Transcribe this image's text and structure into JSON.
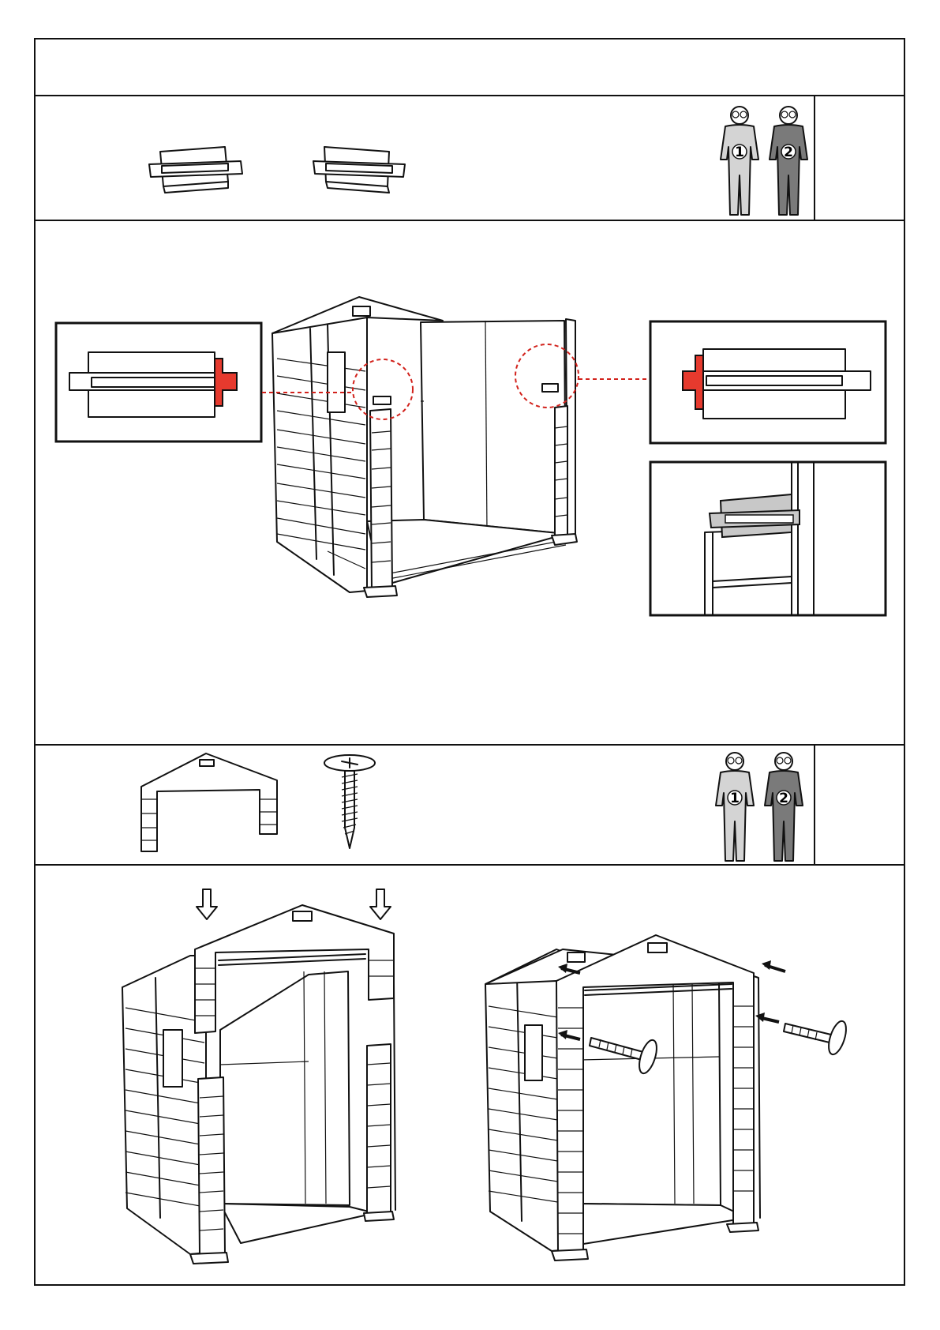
{
  "header": {
    "title": ""
  },
  "step_a": {
    "parts": [
      "connector-clip",
      "connector-clip"
    ],
    "people": [
      {
        "label": "1"
      },
      {
        "label": "2"
      }
    ]
  },
  "step_b": {
    "parts": [
      "front-gable-frame",
      "screw"
    ],
    "people": [
      {
        "label": "1"
      },
      {
        "label": "2"
      }
    ]
  },
  "colors": {
    "line": "#111111",
    "highlight": "#e63a2e",
    "callout": "#d2221c",
    "person1": "#d4d4d4",
    "person2": "#7a7a7a"
  },
  "icons": [
    "connector-clip-icon",
    "person-icon",
    "gable-frame-icon",
    "screw-icon",
    "down-arrow-icon",
    "push-arrow-icon"
  ]
}
